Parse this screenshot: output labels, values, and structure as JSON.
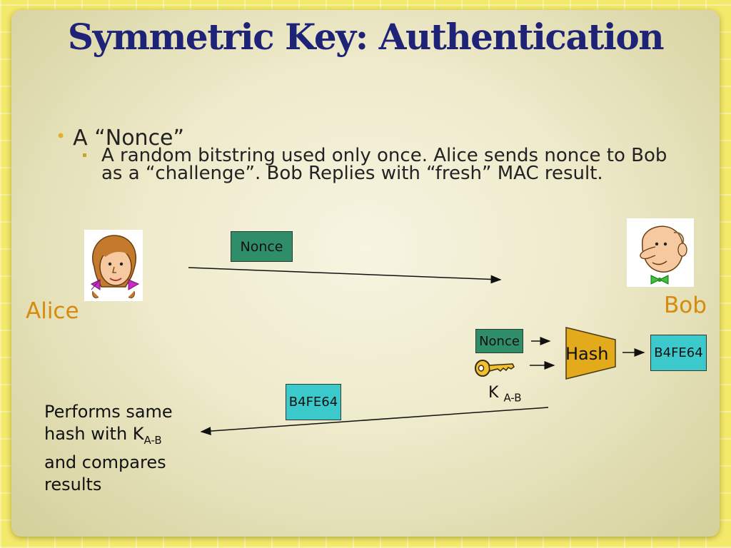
{
  "slide": {
    "title": "Symmetric Key: Authentication",
    "bullet_main": "A “Nonce”",
    "bullet_sub": "A random bitstring used only once. Alice sends nonce to Bob as a “challenge”.  Bob Replies with “fresh” MAC result."
  },
  "diagram": {
    "alice_label": "Alice",
    "bob_label": "Bob",
    "nonce_top": "Nonce",
    "nonce_right": "Nonce",
    "hash_label": "Hash",
    "result_right": "B4FE64",
    "result_middle": "B4FE64",
    "key_label": "K",
    "key_sub": "A-B",
    "alice_note_lines": [
      "Performs same",
      "hash with K",
      "and compares",
      "results"
    ],
    "alice_note_sub": "A-B"
  },
  "colors": {
    "title": "#1e2378",
    "names": "#d78a0b",
    "nonce_box": "#2f8d6a",
    "result_box": "#3cc9cc",
    "hash_shape": "#e3ab1c"
  },
  "icons": [
    "alice-avatar",
    "bob-avatar",
    "key-icon",
    "arrow"
  ]
}
